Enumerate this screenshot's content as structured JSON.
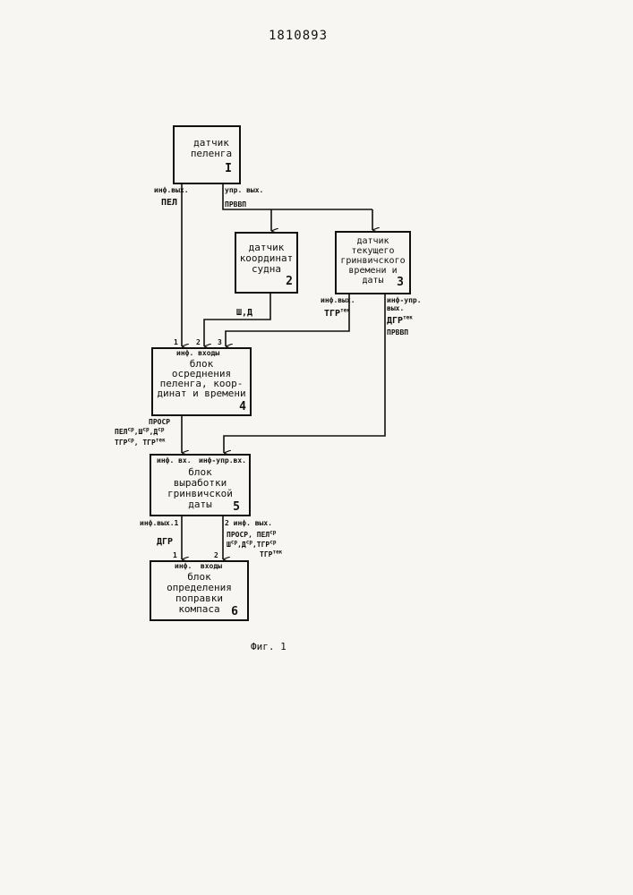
{
  "patent_number": "1810893",
  "figure_caption": "Фиг. 1",
  "blocks": [
    {
      "id": "1",
      "text": "датчик\nпеленга",
      "number": "I",
      "out_left": "инф.вых.",
      "out_right": "упр. вых."
    },
    {
      "id": "2",
      "text": "датчик\nкоординат\nсудна",
      "number": "2"
    },
    {
      "id": "3",
      "text": "датчик\nтекущего\nгринвичского\nвремени и\nдаты",
      "number": "3",
      "out_left": "инф.вых.",
      "out_right": "инф-упр.\nвых."
    },
    {
      "id": "4",
      "text": "блок\nосреднения\nпеленга, коор-\nдинат и времени",
      "number": "4",
      "inputs_label": "инф. входы",
      "input_numbers": [
        "1",
        "2",
        "3"
      ]
    },
    {
      "id": "5",
      "text": "блок\nвыработки\nгринвичской\nдаты",
      "number": "5",
      "in_left": "инф. вх.",
      "in_right": "инф-упр.вх.",
      "out_left": "инф.вых.1",
      "out_right": "2 инф. вых."
    },
    {
      "id": "6",
      "text": "блок\nопределения\nпоправки\nкомпаса",
      "number": "6",
      "inputs_label": "инф.  входы",
      "input_numbers": [
        "1",
        "2"
      ]
    }
  ],
  "signals": {
    "pel": "ПЕЛ",
    "prvvp": "ПРВВП",
    "sh_d": "Ш,Д",
    "tgr": "ТГР",
    "tek": "тек",
    "dgr": "ДГР",
    "prvvp2": "ПРВВП",
    "avg_block4_line1": "ПРОСР",
    "avg_block4_line2": "ПЕЛ",
    "sr": "ср",
    "avg_block5_line1": "ПРОСР, ПЕЛ",
    "sh": "Ш",
    "d": "Д",
    "tgr2": "ТГР",
    "dgr_out": "ДГР"
  }
}
